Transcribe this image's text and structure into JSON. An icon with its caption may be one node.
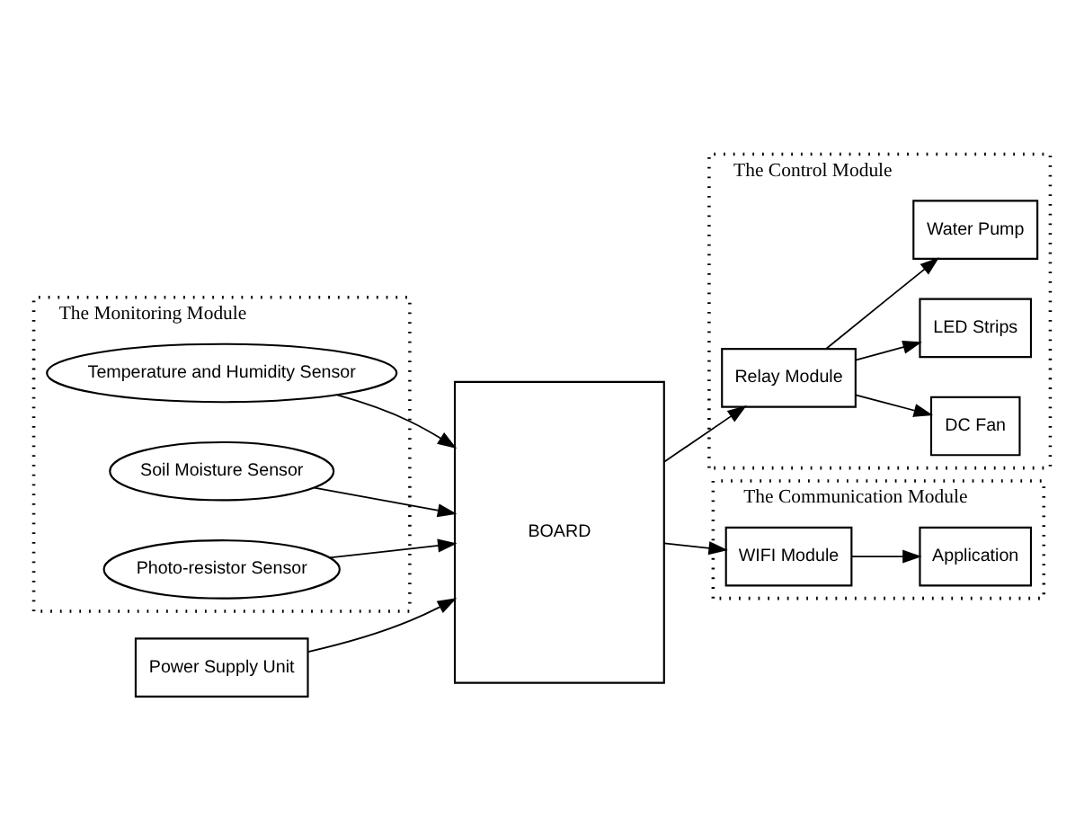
{
  "diagram": {
    "nodes": [
      {
        "text": [
          "The Monitoring Module"
        ]
      },
      {
        "text": [
          "Temperature and Humidity Sensor"
        ],
        "in": 0
      },
      {
        "text": [
          "Soil Moisture Sensor"
        ],
        "in": 0
      },
      {
        "text": [
          "Photo-resistor Sensor"
        ],
        "in": 0
      },
      {
        "text": [
          "Power Supply Unit"
        ]
      },
      {
        "text": [
          "BOARD"
        ]
      },
      {
        "text": [
          "The Control Module"
        ]
      },
      {
        "text": [
          "Relay Module"
        ],
        "in": 6
      },
      {
        "text": [
          "DC Fan"
        ],
        "in": 6
      },
      {
        "text": [
          "LED Strips"
        ],
        "in": 6
      },
      {
        "text": [
          "Water Pump"
        ],
        "in": 6
      },
      {
        "text": [
          "The Communication Module"
        ]
      },
      {
        "text": [
          "WIFI Module"
        ],
        "in": 11
      },
      {
        "text": [
          "Application"
        ],
        "in": 11
      }
    ],
    "edges": [
      {
        "from": 1,
        "to": 5,
        "arrow": "to"
      },
      {
        "from": 2,
        "to": 5,
        "arrow": "to"
      },
      {
        "from": 3,
        "to": 5,
        "arrow": "to"
      },
      {
        "from": 4,
        "to": 5,
        "arrow": "to"
      },
      {
        "from": 5,
        "to": 7,
        "arrow": "to"
      },
      {
        "from": 7,
        "to": 8,
        "arrow": "to"
      },
      {
        "from": 7,
        "to": 9,
        "arrow": "to"
      },
      {
        "from": 7,
        "to": 10,
        "arrow": "to"
      },
      {
        "from": 5,
        "to": 12,
        "arrow": "to"
      },
      {
        "from": 12,
        "to": 13,
        "arrow": "to"
      }
    ]
  }
}
